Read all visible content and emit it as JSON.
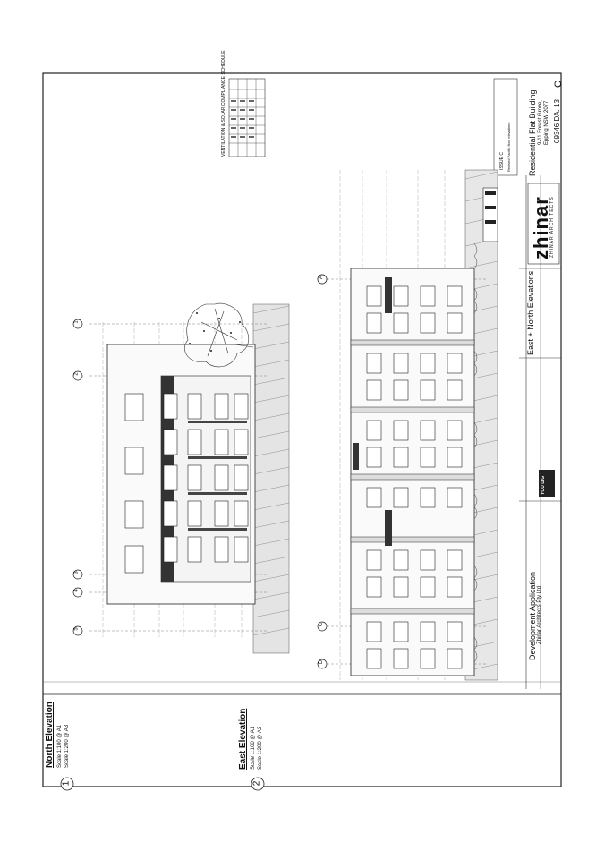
{
  "drawing_labels": {
    "north_number": "1",
    "north_title": "North Elevation",
    "north_scale_a1": "Scale 1:100 @ A1",
    "north_scale_a3": "Scale 1:200 @ A3",
    "east_number": "2",
    "east_title": "East Elevation",
    "east_scale_a1": "Scale 1:100 @ A1",
    "east_scale_a3": "Scale 1:200 @ A3"
  },
  "grid_markers_top": [
    "5",
    "4",
    "3",
    "2",
    "1"
  ],
  "grid_markers_bottom": [
    "D",
    "C",
    "B",
    "A"
  ],
  "development_application": {
    "title": "Development Application",
    "company": "Zhinar Architects Pty Ltd"
  },
  "dial_logo": "YOU DIG",
  "schedule": {
    "title": "VENTILATION & SOLAR COMPLIANCE SCHEDULE"
  },
  "issue_box": {
    "label": "ISSUE C",
    "note": "Revised Pacific floor elevations"
  },
  "drawing_name": "East + North Elevations",
  "firm": {
    "name": "zhinar",
    "subtitle": "ZHINAR ARCHITECTS"
  },
  "project": {
    "title": "Residential Flat Building",
    "address_1": "9-11 Forest Grove,",
    "address_2": "Epping NSW 2077"
  },
  "drawing_number": "09346 DA. 13",
  "revision": "C"
}
